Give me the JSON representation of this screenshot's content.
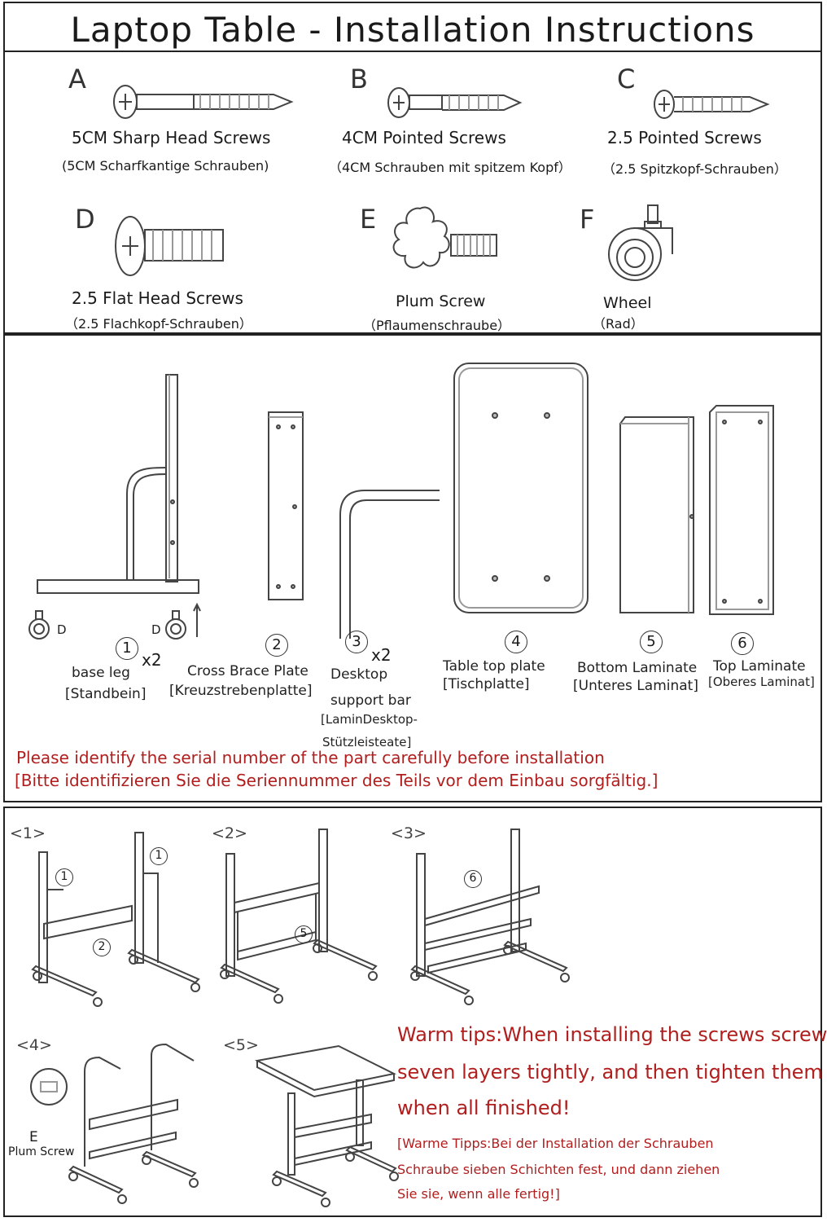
{
  "title": "Laptop Table - Installation Instructions",
  "hardware": [
    {
      "letter": "A",
      "name": "5CM Sharp Head Screws",
      "sub": "(5CM Scharfkantige Schrauben)",
      "icon": "long-screw-icon"
    },
    {
      "letter": "B",
      "name": "4CM Pointed Screws",
      "sub": "（4CM Schrauben mit spitzem Kopf）",
      "icon": "medium-screw-icon"
    },
    {
      "letter": "C",
      "name": "2.5 Pointed Screws",
      "sub": "（2.5 Spitzkopf-Schrauben）",
      "icon": "short-screw-icon"
    },
    {
      "letter": "D",
      "name": "2.5 Flat Head Screws",
      "sub": "（2.5 Flachkopf-Schrauben）",
      "icon": "flat-head-screw-icon"
    },
    {
      "letter": "E",
      "name": "Plum Screw",
      "sub": "（Pflaumenschraube）",
      "icon": "plum-screw-icon"
    },
    {
      "letter": "F",
      "name": "Wheel",
      "sub": "（Rad）",
      "icon": "wheel-icon"
    }
  ],
  "parts": {
    "p1": {
      "num": "1",
      "mult": "x2",
      "label": "base leg",
      "sub": "[Standbein]",
      "d_marker": "D"
    },
    "p2": {
      "num": "2",
      "label": "Cross Brace Plate",
      "sub": "[Kreuzstrebenplatte]"
    },
    "p3": {
      "num": "3",
      "mult": "x2",
      "label": "Desktop",
      "label2": "support bar",
      "sub": "[LaminDesktop-",
      "sub2": "Stützleisteate]"
    },
    "p4": {
      "num": "4",
      "label": "Table top plate",
      "sub": "[Tischplatte]"
    },
    "p5": {
      "num": "5",
      "label": "Bottom Laminate",
      "sub": "[Unteres Laminat]"
    },
    "p6": {
      "num": "6",
      "label": "Top Laminate",
      "sub": "[Oberes Laminat]"
    }
  },
  "notice": {
    "en": "Please identify the serial number of the part carefully before installation",
    "de": "[Bitte identifizieren Sie die Seriennummer des Teils vor dem Einbau sorgfältig.]"
  },
  "steps": {
    "s1": "<1>",
    "s2": "<2>",
    "s3": "<3>",
    "s4": "<4>",
    "s5": "<5>",
    "s1_num_a": "1",
    "s1_num_b": "1",
    "s1_num_c": "2",
    "s2_num": "5",
    "s3_num": "6",
    "s4_letter": "E",
    "s4_label": "Plum Screw"
  },
  "tips": {
    "line1": "Warm tips:When installing the screws screw",
    "line2": "seven layers tightly, and then tighten them",
    "line3": "when all finished!",
    "de1": "[Warme Tipps:Bei der Installation der Schrauben",
    "de2": "Schraube sieben Schichten fest, und dann ziehen",
    "de3": "Sie sie, wenn alle fertig!]"
  },
  "colors": {
    "accent_red": "#b01e1e",
    "line": "#444444"
  }
}
